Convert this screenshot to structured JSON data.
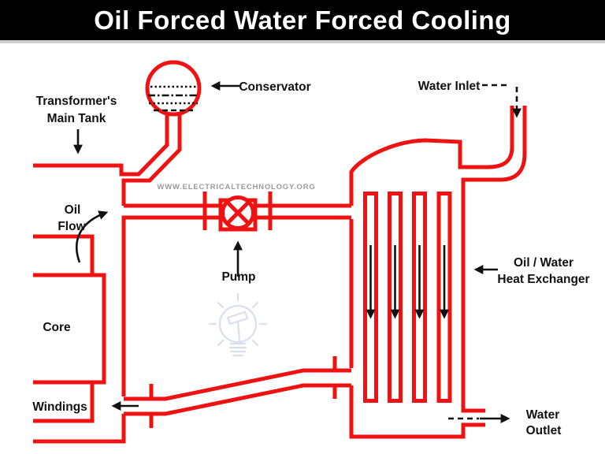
{
  "title_bar": {
    "title": "Oil Forced Water Forced Cooling"
  },
  "diagram": {
    "watermark": "WWW.ELECTRICALTECHNOLOGY.ORG",
    "labels": {
      "main_tank_1": "Transformer's",
      "main_tank_2": "Main Tank",
      "conservator": "Conservator",
      "water_inlet": "Water Inlet",
      "oil_flow_1": "Oil",
      "oil_flow_2": "Flow",
      "pump": "Pump",
      "core": "Core",
      "windings": "Windings",
      "heat_exchanger_1": "Oil / Water",
      "heat_exchanger_2": "Heat Exchanger",
      "water_outlet_1": "Water",
      "water_outlet_2": "Outlet"
    },
    "icons": {
      "conservator": "conservator-vessel-icon",
      "pump": "pump-valve-icon",
      "tubes": "heat-exchanger-tubes-icon",
      "bulb": "lightbulb-watermark-icon"
    },
    "colors": {
      "pipe_red": "#ee1212",
      "text_black": "#111111",
      "watermark_grey": "#9a9a9a",
      "bulb_grey": "#dadfee",
      "title_bg": "#000000",
      "title_fg": "#ffffff"
    }
  }
}
